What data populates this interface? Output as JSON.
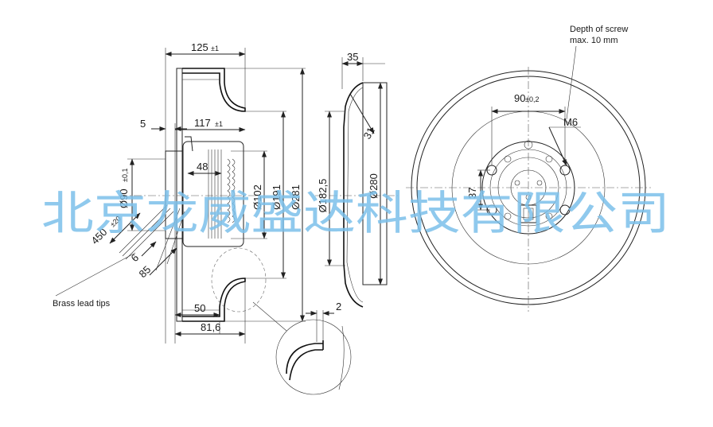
{
  "side_view": {
    "dim_width_total": "125",
    "dim_width_total_tol": "±1",
    "dim_offset_5": "5",
    "dim_width_inner": "117",
    "dim_width_inner_tol": "±1",
    "dim_hub_48": "48",
    "dim_dia_102": "Ø102",
    "dim_dia_191": "Ø191",
    "dim_dia_281": "Ø281",
    "dim_dia_90": "Ø90",
    "dim_dia_90_tol": "±0,1",
    "dim_lead_450": "450",
    "dim_lead_450_tol": "±20",
    "dim_6": "6",
    "dim_85": "85",
    "dim_50": "50",
    "dim_81_6": "81,6",
    "label_brass_tips": "Brass lead tips"
  },
  "detail": {
    "dim_2": "2"
  },
  "ring_view": {
    "dim_35": "35",
    "dim_31": "31",
    "dim_dia_182_5": "Ø182,5",
    "dim_dia_280": "Ø280"
  },
  "front_view": {
    "note_line1": "Depth of screw",
    "note_line2": "max. 10 mm",
    "dim_90": "90",
    "dim_90_tol": "±0,2",
    "dim_m6": "M6",
    "dim_37": "37"
  },
  "watermark": {
    "text": "北京龙威盛达科技有限公司",
    "color": "#7cc0ea"
  }
}
